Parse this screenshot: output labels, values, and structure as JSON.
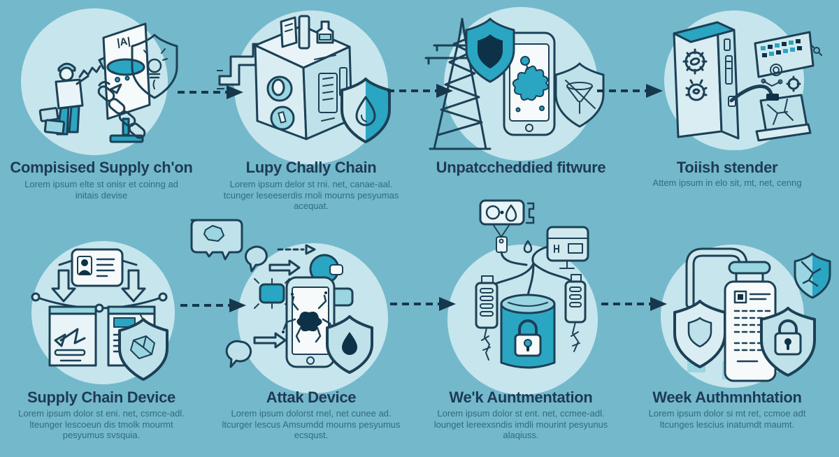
{
  "figure_title": "",
  "colors": {
    "background": "#74b9cb",
    "circle_backdrop": "#c7e5ec",
    "title_text": "#1e3a57",
    "subtitle_text": "#2f6b82",
    "line_art_outline": "#1c4156",
    "accent_teal": "#2aa5c2",
    "accent_teal_light": "#9ad6e2",
    "dark_fill": "#0d3146",
    "white_fill": "#f6fafa",
    "arrow": "#17374d"
  },
  "arrows": {
    "style": "dashed with solid triangle head",
    "direction": "right",
    "count": 6
  },
  "panels": [
    {
      "title": "Compisised Supply ch'on",
      "subtitle": "Lorem ipsum elte st onisr et coinng ad initais devise",
      "icons": [
        "worker-figure",
        "drill",
        "signboard-A",
        "chain-links",
        "shield-lightbulb"
      ]
    },
    {
      "title": "Lupy Chally Chain",
      "subtitle": "Lorem ipsum delor st rni. net, canae-aal. tcunger leseeserdis rnoli mourns pesyumas acequat.",
      "icons": [
        "factory-machine",
        "pipes",
        "gauges",
        "shield-waterdrop"
      ]
    },
    {
      "title": "Unpatccheddied fitwure",
      "subtitle": "",
      "icons": [
        "transmission-tower",
        "shield-badge",
        "infected-phone",
        "virus-blob",
        "shield-funnel"
      ]
    },
    {
      "title": "Toiish stender",
      "subtitle": "Attem ipsum in elo sit, mt, net, cenng",
      "icons": [
        "server-cabinet",
        "gear-icon",
        "bug-icon",
        "circuit-board",
        "malware-package"
      ]
    },
    {
      "title": "Supply Chain Device",
      "subtitle": "Lorem ipsum dolor st eni. net, csmce-adl. lteunger lescoeun dis tmolk mourmt pesyumus svsquia.",
      "icons": [
        "id-card",
        "distribution-arrows",
        "crate-left",
        "crate-right",
        "shield-crumpled-paper"
      ]
    },
    {
      "title": "Attak Device",
      "subtitle": "Lorem ipsum dolorst rnel, net cunee ad. ltcurger lescus Amsumdd mourns pesyumus ecsqust.",
      "icons": [
        "speech-bubble-blob",
        "dashed-arrows",
        "glitch-chip",
        "attacked-phone",
        "spider-splat",
        "shield-drop-dark"
      ]
    },
    {
      "title": "We'k Auntmentation",
      "subtitle": "Lorem ipsum dolor st ent. net, ccmee-adl. lounget lereexsndis imdli mourint pesyunus alaqiuss.",
      "icons": [
        "moisture-gauge",
        "hanging-tag",
        "iot-box",
        "sensor-left",
        "sensor-right",
        "locked-canister",
        "lock-icon"
      ]
    },
    {
      "title": "Week Authmnhtation",
      "subtitle": "Lorem ipsum dolor si mt ret, ccmoe adt ltcunges lescius inatumdt maumt.",
      "icons": [
        "pipes",
        "shield-inner-shield",
        "document-checklist",
        "shield-lock",
        "shield-cracked"
      ]
    }
  ]
}
